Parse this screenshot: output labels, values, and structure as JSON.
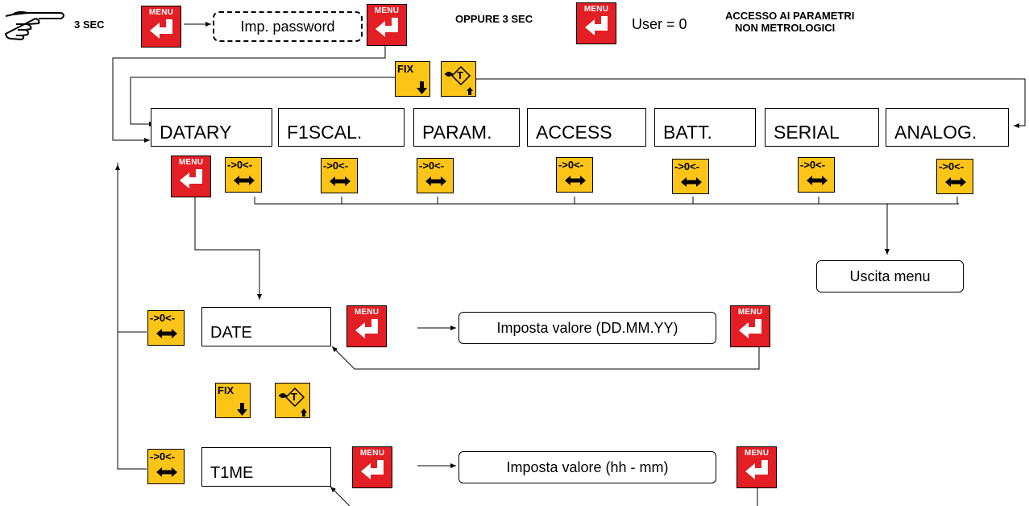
{
  "header": {
    "hold_3sec": "3 SEC",
    "password_label": "Imp. password",
    "or_3sec": "OPPURE 3 SEC",
    "user_zero": "User = 0",
    "access_line1": "ACCESSO AI PARAMETRI",
    "access_line2": "NON METROLOGICI"
  },
  "keys": {
    "menu": "MENU",
    "zero": "->0<-",
    "fix": "FIX",
    "tare": "T"
  },
  "menu_items": [
    {
      "label": "DATARY"
    },
    {
      "label": "F1SCAL."
    },
    {
      "label": "PARAM."
    },
    {
      "label": "ACCESS"
    },
    {
      "label": "BATT."
    },
    {
      "label": "SERIAL"
    },
    {
      "label": "ANALOG."
    }
  ],
  "exit_label": "Uscita menu",
  "submenu": {
    "date": {
      "label": "DATE",
      "value_prompt": "Imposta valore (DD.MM.YY)"
    },
    "time": {
      "label": "T1ME",
      "value_prompt": "Imposta valore (hh - mm)"
    }
  },
  "colors": {
    "menu_key": "#e31e24",
    "yellow_key": "#fcc417",
    "line": "#000000"
  }
}
